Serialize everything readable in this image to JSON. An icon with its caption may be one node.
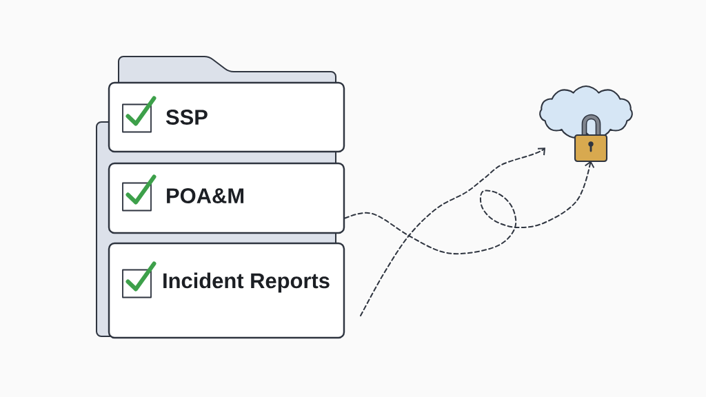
{
  "diagram": {
    "nodes": [
      {
        "text": [
          "SSP"
        ]
      },
      {
        "text": [
          "POA&M"
        ]
      },
      {
        "text": [
          "Incident Reports"
        ]
      },
      {
        "text": [],
        "shape": "cloud"
      }
    ],
    "edges": [
      {
        "from": 1,
        "to": 3,
        "arrow": "to",
        "style": "dashed"
      },
      {
        "from": null,
        "to": 3,
        "arrow": "to",
        "style": "dashed"
      }
    ]
  }
}
